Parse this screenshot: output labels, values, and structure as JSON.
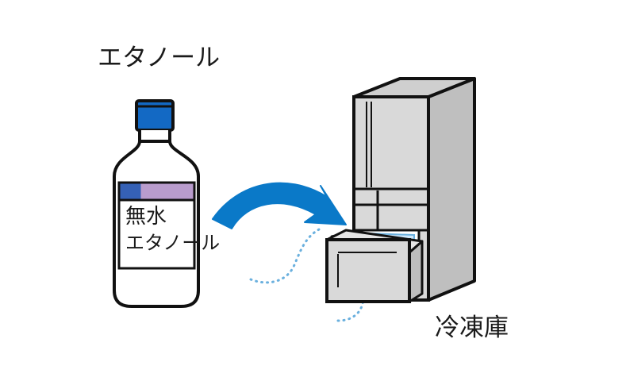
{
  "heading_left": "エタノール",
  "heading_right": "冷凍庫",
  "bottle": {
    "label_line1": "無水",
    "label_line2": "エタノール"
  },
  "colors": {
    "arrow": "#0a79c8",
    "cap": "#1369c4",
    "label_band_blue": "#3561b6",
    "label_band_purple": "#b99ccd",
    "fridge_body": "#d9d9d9",
    "fridge_side": "#bfbfbf",
    "ice_tray": "#cfe8fb",
    "dotted_trail": "#6ab0de"
  }
}
